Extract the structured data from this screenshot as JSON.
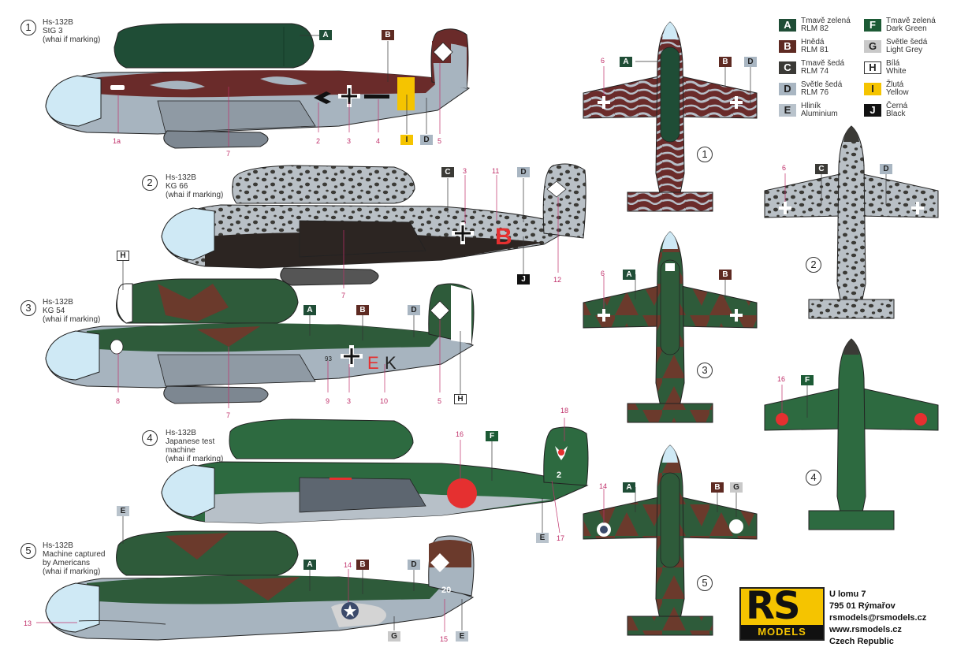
{
  "schemes": [
    {
      "num": "1",
      "lines": [
        "Hs-132B",
        "StG 3",
        "(whai if marking)"
      ]
    },
    {
      "num": "2",
      "lines": [
        "Hs-132B",
        "KG 66",
        "(whai if marking)"
      ]
    },
    {
      "num": "3",
      "lines": [
        "Hs-132B",
        "KG 54",
        "(whai if marking)"
      ]
    },
    {
      "num": "4",
      "lines": [
        "Hs-132B",
        "Japanese test",
        "machine",
        "(whai if marking)"
      ]
    },
    {
      "num": "5",
      "lines": [
        "Hs-132B",
        "Machine captured",
        "by Americans",
        "(whai if marking)"
      ]
    }
  ],
  "top_view_numbers": [
    "1",
    "2",
    "3",
    "4",
    "5"
  ],
  "legend": [
    {
      "code": "A",
      "cz": "Tmavě zelená",
      "en": "RLM 82",
      "color": "#1f4d36",
      "text": "#ffffff"
    },
    {
      "code": "B",
      "cz": "Hnědá",
      "en": "RLM 81",
      "color": "#5e2a22",
      "text": "#ffffff"
    },
    {
      "code": "C",
      "cz": "Tmavě šedá",
      "en": "RLM 74",
      "color": "#3b3a36",
      "text": "#ffffff"
    },
    {
      "code": "D",
      "cz": "Světle šedá",
      "en": "RLM 76",
      "color": "#a9b6c2",
      "text": "#222222"
    },
    {
      "code": "E",
      "cz": "Hliník",
      "en": "Aluminium",
      "color": "#b9c3cc",
      "text": "#222222"
    },
    {
      "code": "F",
      "cz": "Tmavě zelená",
      "en": "Dark Green",
      "color": "#1c5a35",
      "text": "#ffffff"
    },
    {
      "code": "G",
      "cz": "Světle šedá",
      "en": "Light Grey",
      "color": "#c9c9c9",
      "text": "#222222"
    },
    {
      "code": "H",
      "cz": "Bílá",
      "en": "White",
      "color": "#ffffff",
      "text": "#222222"
    },
    {
      "code": "I",
      "cz": "Žlutá",
      "en": "Yellow",
      "color": "#f5c400",
      "text": "#222222"
    },
    {
      "code": "J",
      "cz": "Černá",
      "en": "Black",
      "color": "#111111",
      "text": "#ffffff"
    }
  ],
  "side_tags": {
    "s1": [
      "A",
      "B",
      "I",
      "D"
    ],
    "s2": [
      "C",
      "D",
      "J"
    ],
    "s3": [
      "H",
      "A",
      "B",
      "D",
      "H"
    ],
    "s4": [
      "F",
      "E"
    ],
    "s5": [
      "E",
      "A",
      "B",
      "D",
      "G",
      "E"
    ]
  },
  "top_tags": {
    "t1": [
      "A",
      "B",
      "D"
    ],
    "t2": [
      "C",
      "D"
    ],
    "t3": [
      "A",
      "B"
    ],
    "t4": [
      "F"
    ],
    "t5": [
      "A",
      "B",
      "G"
    ]
  },
  "callouts": {
    "s1": [
      "1a",
      "2",
      "3",
      "4",
      "5",
      "7"
    ],
    "s2": [
      "3",
      "11",
      "7",
      "12"
    ],
    "s3": [
      "8",
      "9",
      "3",
      "10",
      "5",
      "7"
    ],
    "s4": [
      "16",
      "18",
      "17"
    ],
    "s5": [
      "13",
      "14",
      "15"
    ],
    "t1": [
      "6"
    ],
    "t2": [
      "6"
    ],
    "t3": [
      "6"
    ],
    "t4": [
      "16"
    ],
    "t5": [
      "14"
    ]
  },
  "aircraft_codes": {
    "s2": "B",
    "s3": [
      "E",
      "K"
    ],
    "s3_small": "93",
    "s4": "2",
    "s5": "20"
  },
  "logo": {
    "rs": "RS",
    "models": "MODELS"
  },
  "address": [
    "U lomu 7",
    "795 01 Rýmařov",
    "rsmodels@rsmodels.cz",
    "www.rsmodels.cz",
    "Czech Republic"
  ]
}
